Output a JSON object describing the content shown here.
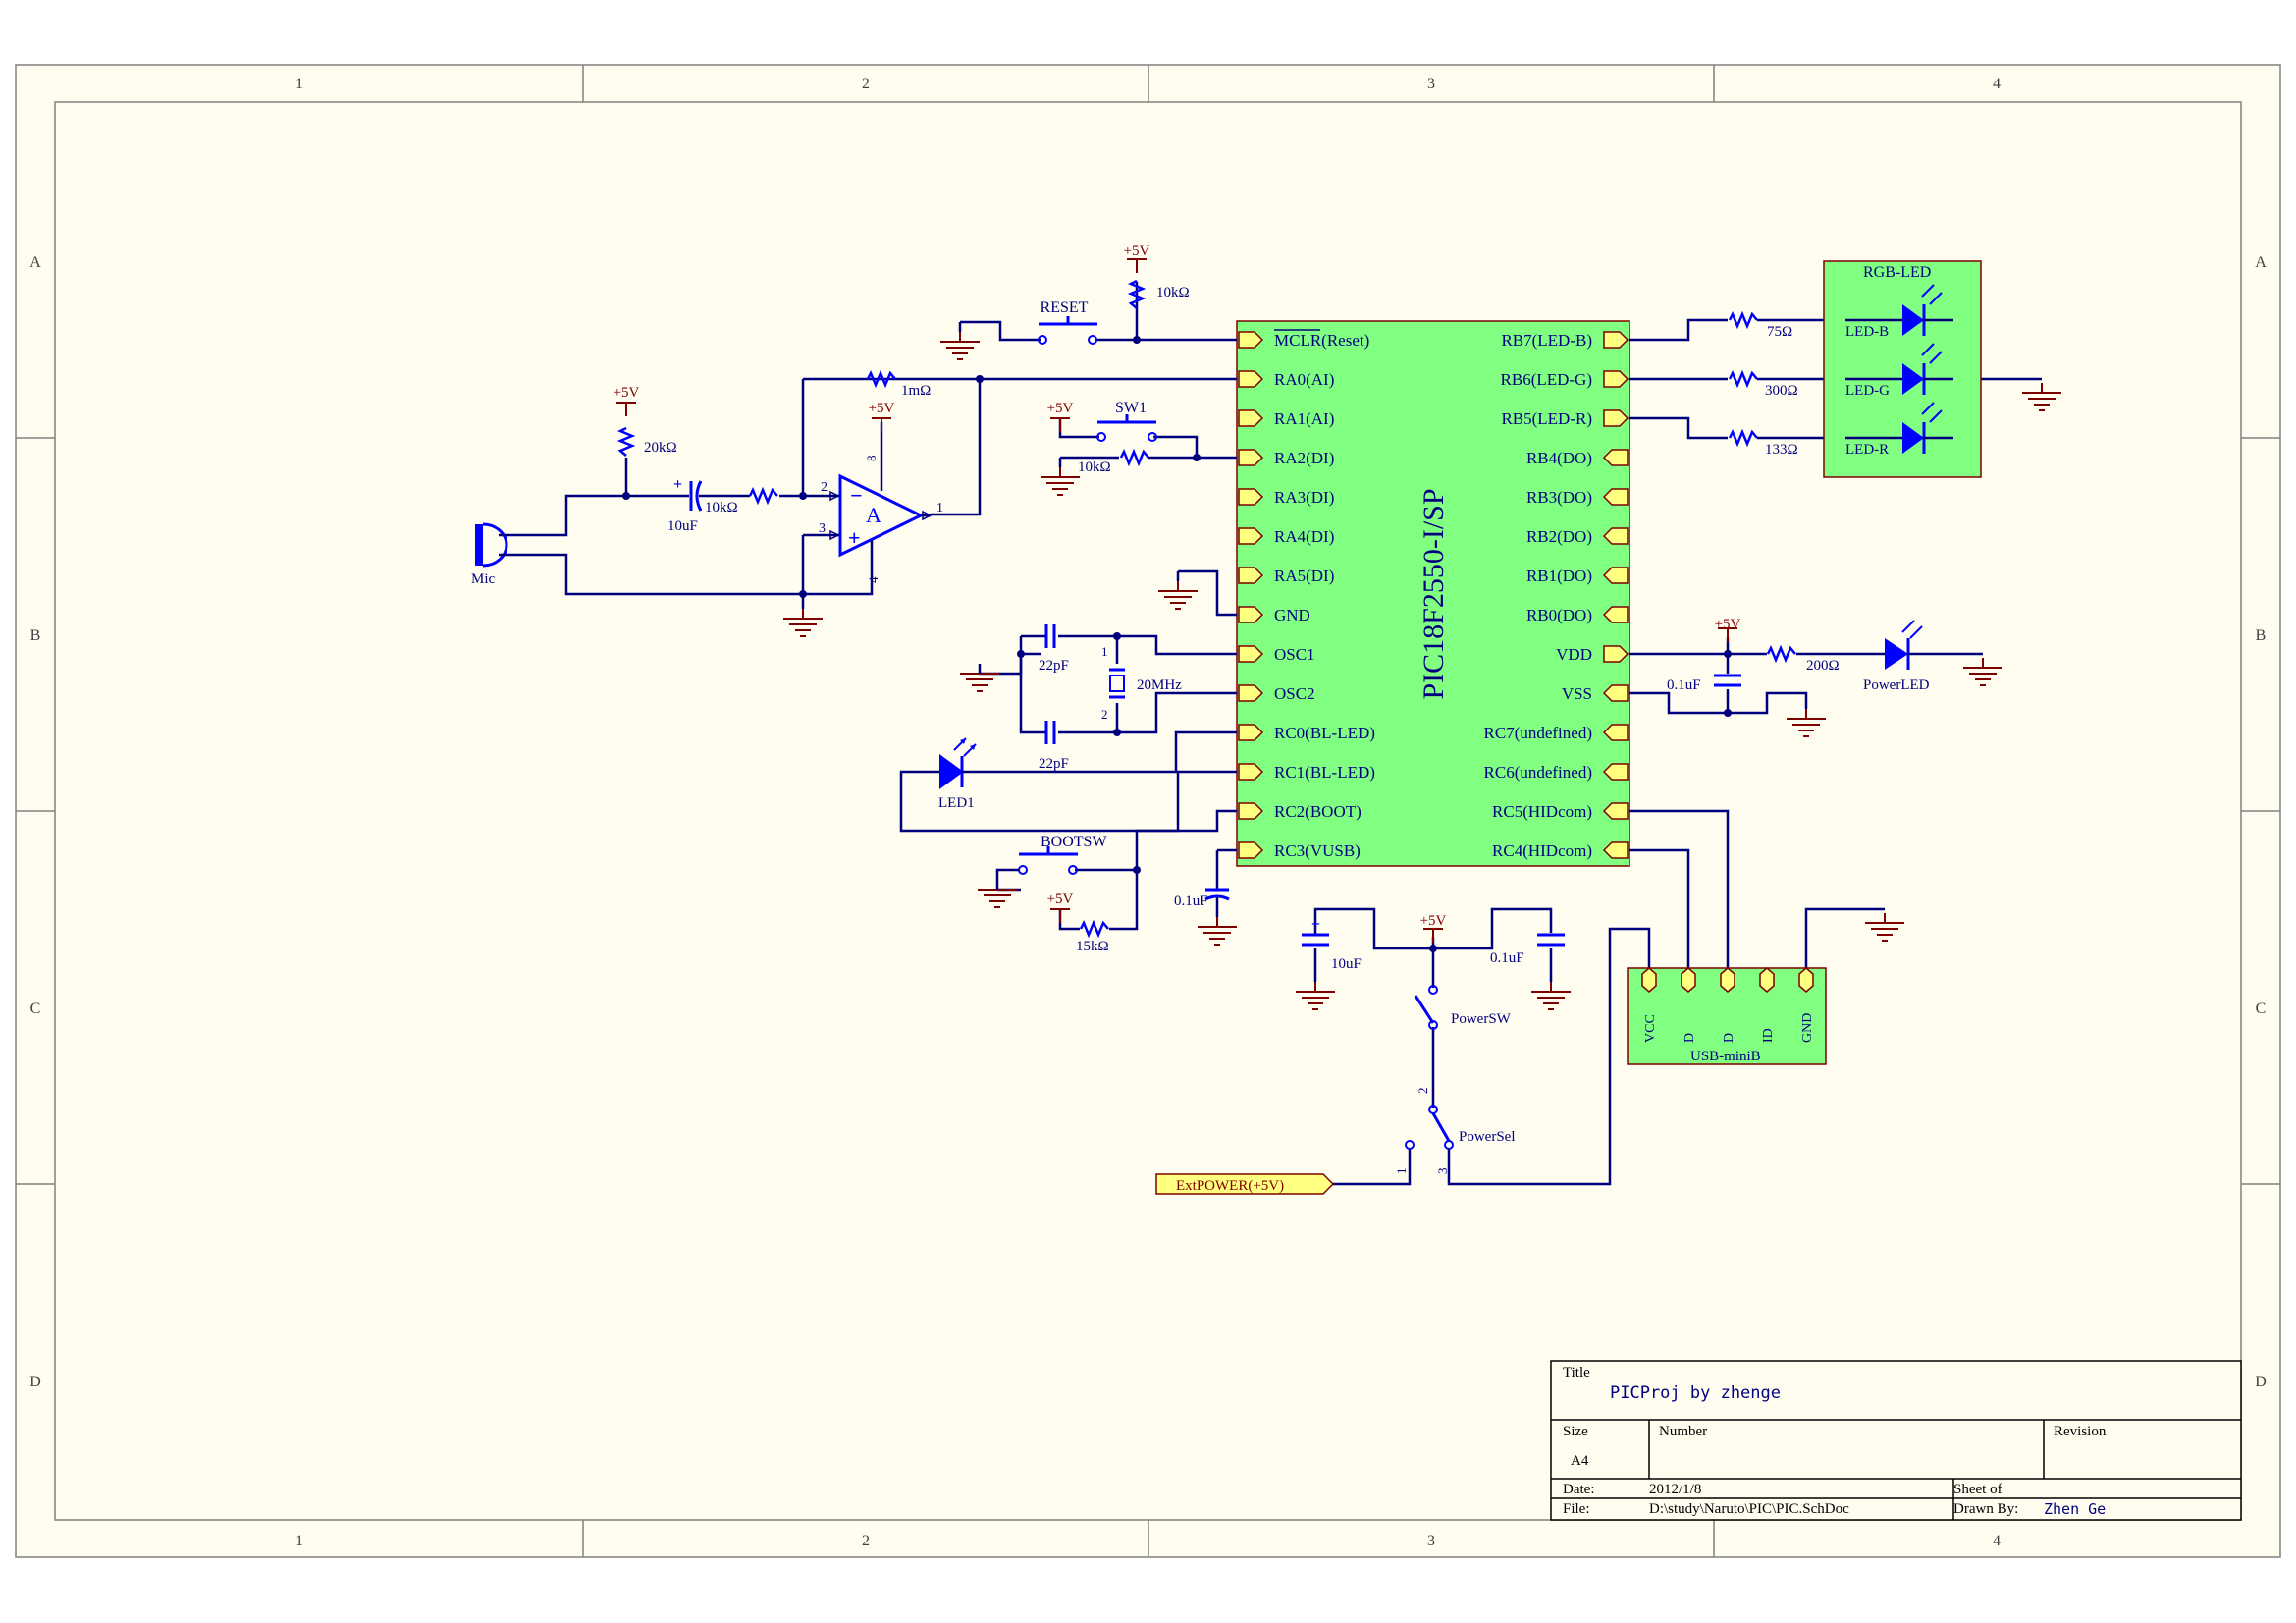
{
  "frame": {
    "columns": [
      "1",
      "2",
      "3",
      "4"
    ],
    "rows": [
      "A",
      "B",
      "C",
      "D"
    ]
  },
  "chip": {
    "name": "PIC18F2550-I/SP",
    "left_pins": [
      "MCLR(Reset)",
      "RA0(AI)",
      "RA1(AI)",
      "RA2(DI)",
      "RA3(DI)",
      "RA4(DI)",
      "RA5(DI)",
      "GND",
      "OSC1",
      "OSC2",
      "RC0(BL-LED)",
      "RC1(BL-LED)",
      "RC2(BOOT)",
      "RC3(VUSB)"
    ],
    "right_pins": [
      "RB7(LED-B)",
      "RB6(LED-G)",
      "RB5(LED-R)",
      "RB4(DO)",
      "RB3(DO)",
      "RB2(DO)",
      "RB1(DO)",
      "RB0(DO)",
      "VDD",
      "VSS",
      "RC7(undefined)",
      "RC6(undefined)",
      "RC5(HIDcom)",
      "RC4(HIDcom)"
    ]
  },
  "labels": {
    "vcc": "+5V",
    "reset": "RESET",
    "r_reset": "10kΩ",
    "sw1": "SW1",
    "r_sw1": "10kΩ",
    "r_feedback": "1mΩ",
    "r_bias": "20kΩ",
    "r_input": "10kΩ",
    "c_input": "10uF",
    "mic": "Mic",
    "opamp": "A",
    "pin_2": "2",
    "pin_3": "3",
    "pin_8": "8",
    "pin_4": "4",
    "pin_1": "1",
    "c_osc1": "22pF",
    "c_osc2": "22pF",
    "crystal": "20MHz",
    "xtal_pin1": "1",
    "xtal_pin2": "2",
    "led1": "LED1",
    "bootsw": "BOOTSW",
    "r_boot": "15kΩ",
    "c_vusb": "0.1uF",
    "rgb_title": "RGB-LED",
    "led_b": "LED-B",
    "led_g": "LED-G",
    "led_r": "LED-R",
    "r_b": "75Ω",
    "r_g": "300Ω",
    "r_r": "133Ω",
    "c_vdd": "0.1uF",
    "r_power": "200Ω",
    "power_led": "PowerLED",
    "c_bulk": "10uF",
    "c_bulk2": "0.1uF",
    "power_sw": "PowerSW",
    "power_sel": "PowerSel",
    "sel_pin1": "1",
    "sel_pin2": "2",
    "sel_pin3": "3",
    "ext_power": "ExtPOWER(+5V)",
    "usb_title": "USB-miniB",
    "usb_pins": [
      "VCC",
      "D",
      "D",
      "ID",
      "GND"
    ]
  },
  "title_block": {
    "title_label": "Title",
    "title": "PICProj by zhenge",
    "size_label": "Size",
    "size": "A4",
    "number_label": "Number",
    "revision_label": "Revision",
    "date_label": "Date:",
    "date": "2012/1/8",
    "file_label": "File:",
    "file": "D:\\study\\Naruto\\PIC\\PIC.SchDoc",
    "sheet_label": "Sheet   of",
    "drawn_label": "Drawn By:",
    "drawn": "Zhen Ge"
  },
  "colors": {
    "wire": "#00007f",
    "component": "#0000ff",
    "power": "#7f0000",
    "chip_fill": "#80ff80",
    "chip_border": "#7f0000",
    "rgb_fill": "#80ff80",
    "port_fill": "#ffff80",
    "sheet_bg": "#fffcf0"
  }
}
